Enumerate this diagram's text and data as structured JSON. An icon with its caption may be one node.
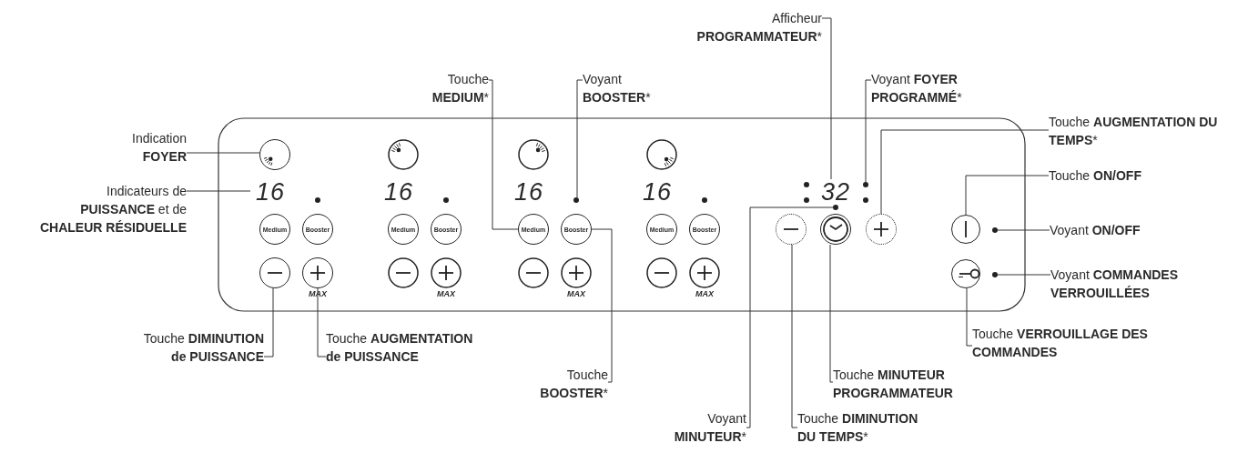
{
  "diagram": {
    "nodes": [
      {
        "text": [
          "Afficheur **PROGRAMMATEUR***"
        ]
      },
      {
        "text": [
          "Touche **MEDIUM***"
        ]
      },
      {
        "text": [
          "Voyant **BOOSTER***"
        ]
      },
      {
        "text": [
          "Voyant **FOYER PROGRAMMÉ***"
        ]
      },
      {
        "text": [
          "Touche **AUGMENTATION DU TEMPS***"
        ]
      },
      {
        "text": [
          "Indication **FOYER**"
        ]
      },
      {
        "text": [
          "Touche **ON/OFF**"
        ]
      },
      {
        "text": [
          "Indicateurs de **PUISSANCE** et de **CHALEUR RÉSIDUELLE**"
        ]
      },
      {
        "text": [
          "Voyant **ON/OFF**"
        ]
      },
      {
        "text": [
          "Voyant **COMMANDES VERROUILLÉES**"
        ]
      },
      {
        "text": [
          "Touche **DIMINUTION de PUISSANCE**"
        ]
      },
      {
        "text": [
          "Touche **AUGMENTATION de PUISSANCE**"
        ]
      },
      {
        "text": [
          "Touche **VERROUILLAGE DES COMMANDES**"
        ]
      },
      {
        "text": [
          "Touche **BOOSTER***"
        ]
      },
      {
        "text": [
          "Touche **MINUTEUR PROGRAMMATEUR**"
        ]
      },
      {
        "text": [
          "Voyant **MINUTEUR***"
        ]
      },
      {
        "text": [
          "Touche **DIMINUTION DU TEMPS***"
        ]
      },
      {
        "text": [],
        "shape": "circle"
      },
      {
        "text": [
          "16"
        ]
      },
      {
        "text": [
          "Medium"
        ]
      },
      {
        "text": [],
        "shape": "circle"
      },
      {
        "text": [
          "Booster"
        ]
      },
      {
        "text": [],
        "shape": "circle"
      },
      {
        "text": [],
        "shape": "circle",
        "beside": [
          "MAX"
        ]
      },
      {
        "text": [
          "32"
        ]
      },
      {
        "text": [],
        "shape": "circle"
      },
      {
        "text": [],
        "shape": "circle"
      },
      {
        "text": [],
        "shape": "circle"
      },
      {
        "text": [],
        "shape": "circle"
      },
      {
        "text": [],
        "shape": "circle"
      },
      {
        "text": [],
        "shape": "circle"
      },
      {
        "text": [],
        "shape": "circle"
      },
      {
        "text": [],
        "shape": "circle"
      },
      {
        "text": [],
        "shape": "circle"
      },
      {
        "text": [
          "Medium"
        ]
      },
      {
        "text": [
          "Booster"
        ]
      },
      {
        "text": [
          "Medium"
        ]
      },
      {
        "text": [
          "Booster"
        ]
      },
      {
        "text": [
          "Medium"
        ]
      },
      {
        "text": [
          "Booster"
        ]
      }
    ],
    "edges": [
      {
        "from": 0,
        "to": 24,
        "arrow": "none"
      },
      {
        "from": 1,
        "to": 19,
        "arrow": "none"
      },
      {
        "from": 2,
        "to": 20,
        "arrow": "none"
      },
      {
        "from": 3,
        "to": 25,
        "arrow": "none"
      },
      {
        "from": 4,
        "to": 29,
        "arrow": "none"
      },
      {
        "from": 5,
        "to": 17,
        "arrow": "none"
      },
      {
        "from": 6,
        "to": 30,
        "arrow": "none"
      },
      {
        "from": 7,
        "to": 18,
        "arrow": "none"
      },
      {
        "from": 8,
        "to": 31,
        "arrow": "none"
      },
      {
        "from": 9,
        "to": 33,
        "arrow": "none"
      },
      {
        "from": 10,
        "to": 22,
        "arrow": "none"
      },
      {
        "from": 11,
        "to": 23,
        "arrow": "none"
      },
      {
        "from": 12,
        "to": 32,
        "arrow": "none"
      },
      {
        "from": 13,
        "to": 21,
        "arrow": "none"
      },
      {
        "from": 14,
        "to": 28,
        "arrow": "none"
      },
      {
        "from": 15,
        "to": 26,
        "arrow": "none"
      },
      {
        "from": 16,
        "to": 27,
        "arrow": "none"
      }
    ],
    "labels": [
      "16",
      "16",
      "16",
      "MAX",
      "MAX",
      "MAX"
    ]
  }
}
